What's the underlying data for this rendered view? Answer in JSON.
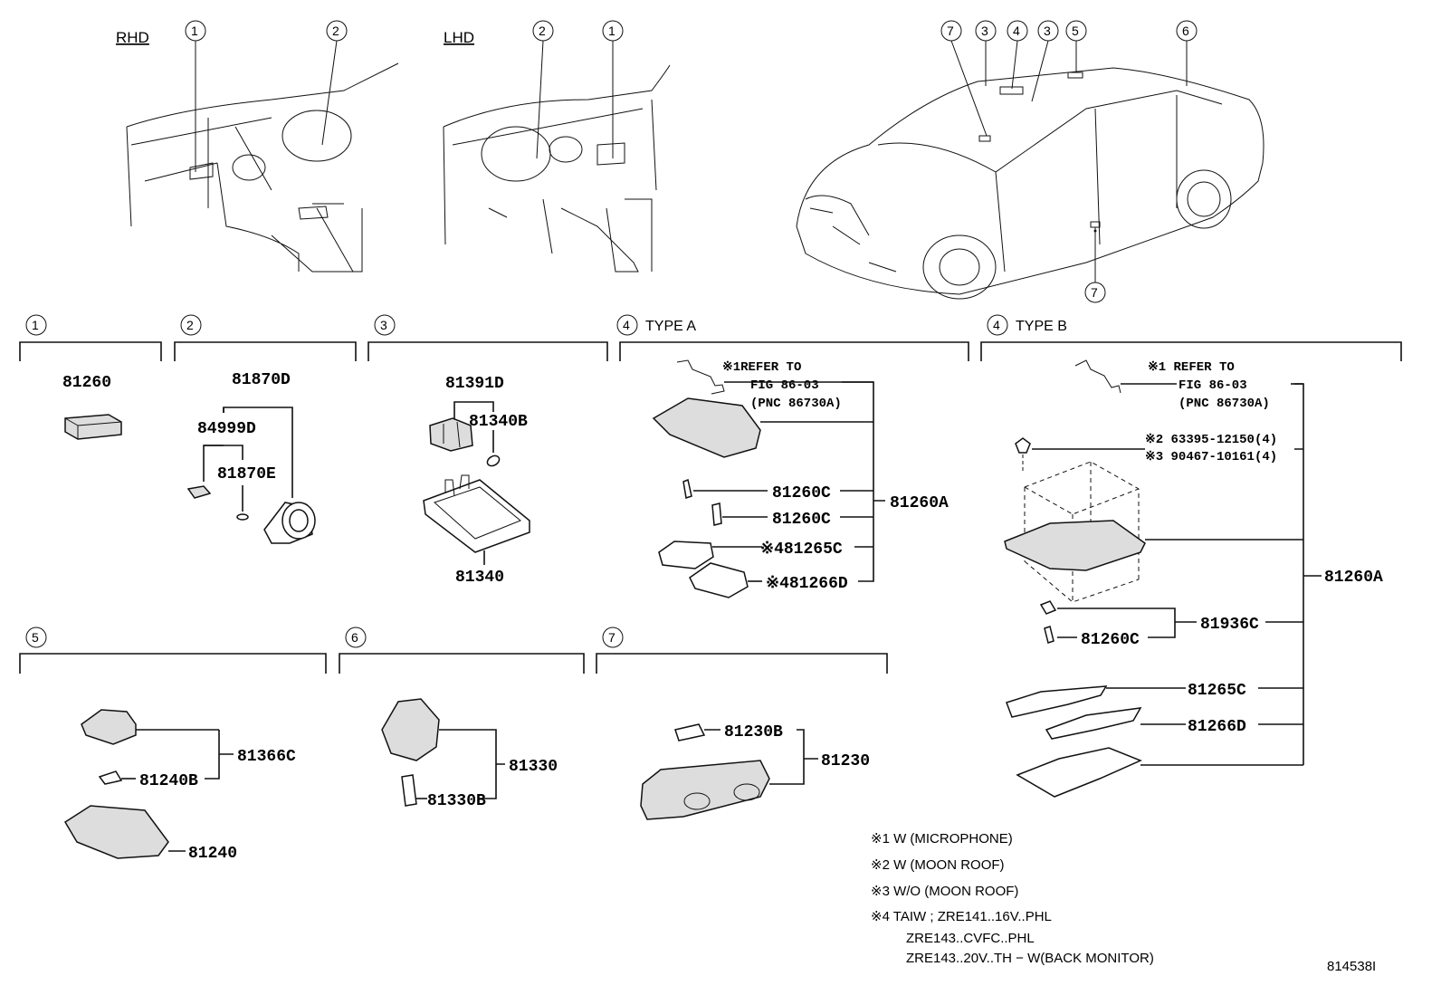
{
  "views": {
    "rhd": "RHD",
    "lhd": "LHD",
    "rhd_markers": [
      "1",
      "2"
    ],
    "lhd_markers": [
      "2",
      "1"
    ],
    "car_top_markers": [
      "7",
      "3",
      "4",
      "3",
      "5",
      "6"
    ],
    "car_bottom_marker": "7"
  },
  "sections": {
    "s1": {
      "marker": "1",
      "parts": [
        "81260"
      ]
    },
    "s2": {
      "marker": "2",
      "parts": [
        "81870D",
        "84999D",
        "81870E"
      ]
    },
    "s3": {
      "marker": "3",
      "parts": [
        "81391D",
        "81340B",
        "81340"
      ]
    },
    "s4a": {
      "marker": "4",
      "type": "TYPE A",
      "refer": "※1REFER TO",
      "fig": "FIG 86-03",
      "pnc": "(PNC 86730A)",
      "parts": [
        "81260C",
        "81260C",
        "※481265C",
        "※481266D",
        "81260A"
      ]
    },
    "s4b": {
      "marker": "4",
      "type": "TYPE B",
      "refer": "※1 REFER TO",
      "fig": "FIG 86-03",
      "pnc": "(PNC 86730A)",
      "bolt1": "※2 63395-12150(4)",
      "bolt2": "※3 90467-10161(4)",
      "parts": [
        "81936C",
        "81260C",
        "81265C",
        "81266D",
        "81260A"
      ]
    },
    "s5": {
      "marker": "5",
      "parts": [
        "81366C",
        "81240B",
        "81240"
      ]
    },
    "s6": {
      "marker": "6",
      "parts": [
        "81330",
        "81330B"
      ]
    },
    "s7": {
      "marker": "7",
      "parts": [
        "81230B",
        "81230"
      ]
    }
  },
  "notes": [
    "※1  W (MICROPHONE)",
    "※2  W (MOON ROOF)",
    "※3  W/O (MOON ROOF)",
    "※4  TAIW ; ZRE141..16V..PHL",
    "ZRE143..CVFC..PHL",
    "ZRE143..20V..TH − W(BACK MONITOR)"
  ],
  "figure_id": "814538I"
}
